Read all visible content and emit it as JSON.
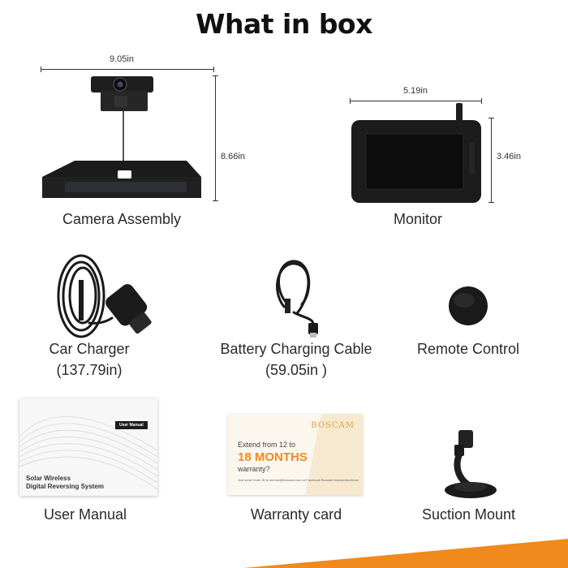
{
  "page": {
    "title": "What in box"
  },
  "items": {
    "camera": {
      "label": "Camera Assembly",
      "width": "9.05in",
      "height": "8.66in"
    },
    "monitor": {
      "label": "Monitor",
      "width": "5.19in",
      "height": "3.46in"
    },
    "charger": {
      "label": "Car Charger",
      "length": "(137.79in)"
    },
    "cable": {
      "label": "Battery Charging Cable",
      "length": "(59.05in )"
    },
    "remote": {
      "label": "Remote Control"
    },
    "manual": {
      "label": "User Manual",
      "tag": "User Manual",
      "line1": "Solar Wireless",
      "line2": "Digital Reversing System"
    },
    "warranty": {
      "label": "Warranty card",
      "brand": "BOSCAM",
      "line1": "Extend from 12 to",
      "months": "18 MONTHS",
      "line3": "warranty?",
      "fine_print": "Just send Order ID to service@boscam.com or Facebook Boscam boscamfacebook"
    },
    "mount": {
      "label": "Suction Mount"
    }
  },
  "colors": {
    "accent": "#f08a1c",
    "product": "#1a1a1a"
  }
}
